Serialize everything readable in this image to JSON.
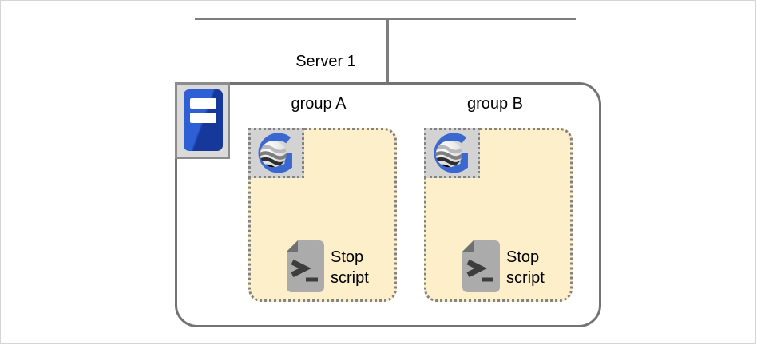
{
  "colors": {
    "frame-border": "#d4d4d4",
    "connector": "#7d7d7d",
    "server-border": "#737373",
    "group-fill": "#fcefc9",
    "group-border": "#828282",
    "icon-bg": "#d3d3d3",
    "icon-border": "#8c8c8c",
    "brand-blue": "#3a68d0",
    "server-blue-light": "#2e5fd4",
    "server-blue-dark": "#16389b",
    "doc-gray": "#ababab",
    "doc-fold": "#707070",
    "glyph-dark": "#3d3d3d",
    "text": "#000000"
  },
  "server": {
    "label": "Server 1",
    "icon": "server-tower-icon",
    "groups": [
      {
        "label": "group A",
        "icon": "g-sphere-logo-icon",
        "items": [
          {
            "icon": "script-file-icon",
            "label": "Stop script"
          }
        ]
      },
      {
        "label": "group B",
        "icon": "g-sphere-logo-icon",
        "items": [
          {
            "icon": "script-file-icon",
            "label": "Stop script"
          }
        ]
      }
    ]
  }
}
